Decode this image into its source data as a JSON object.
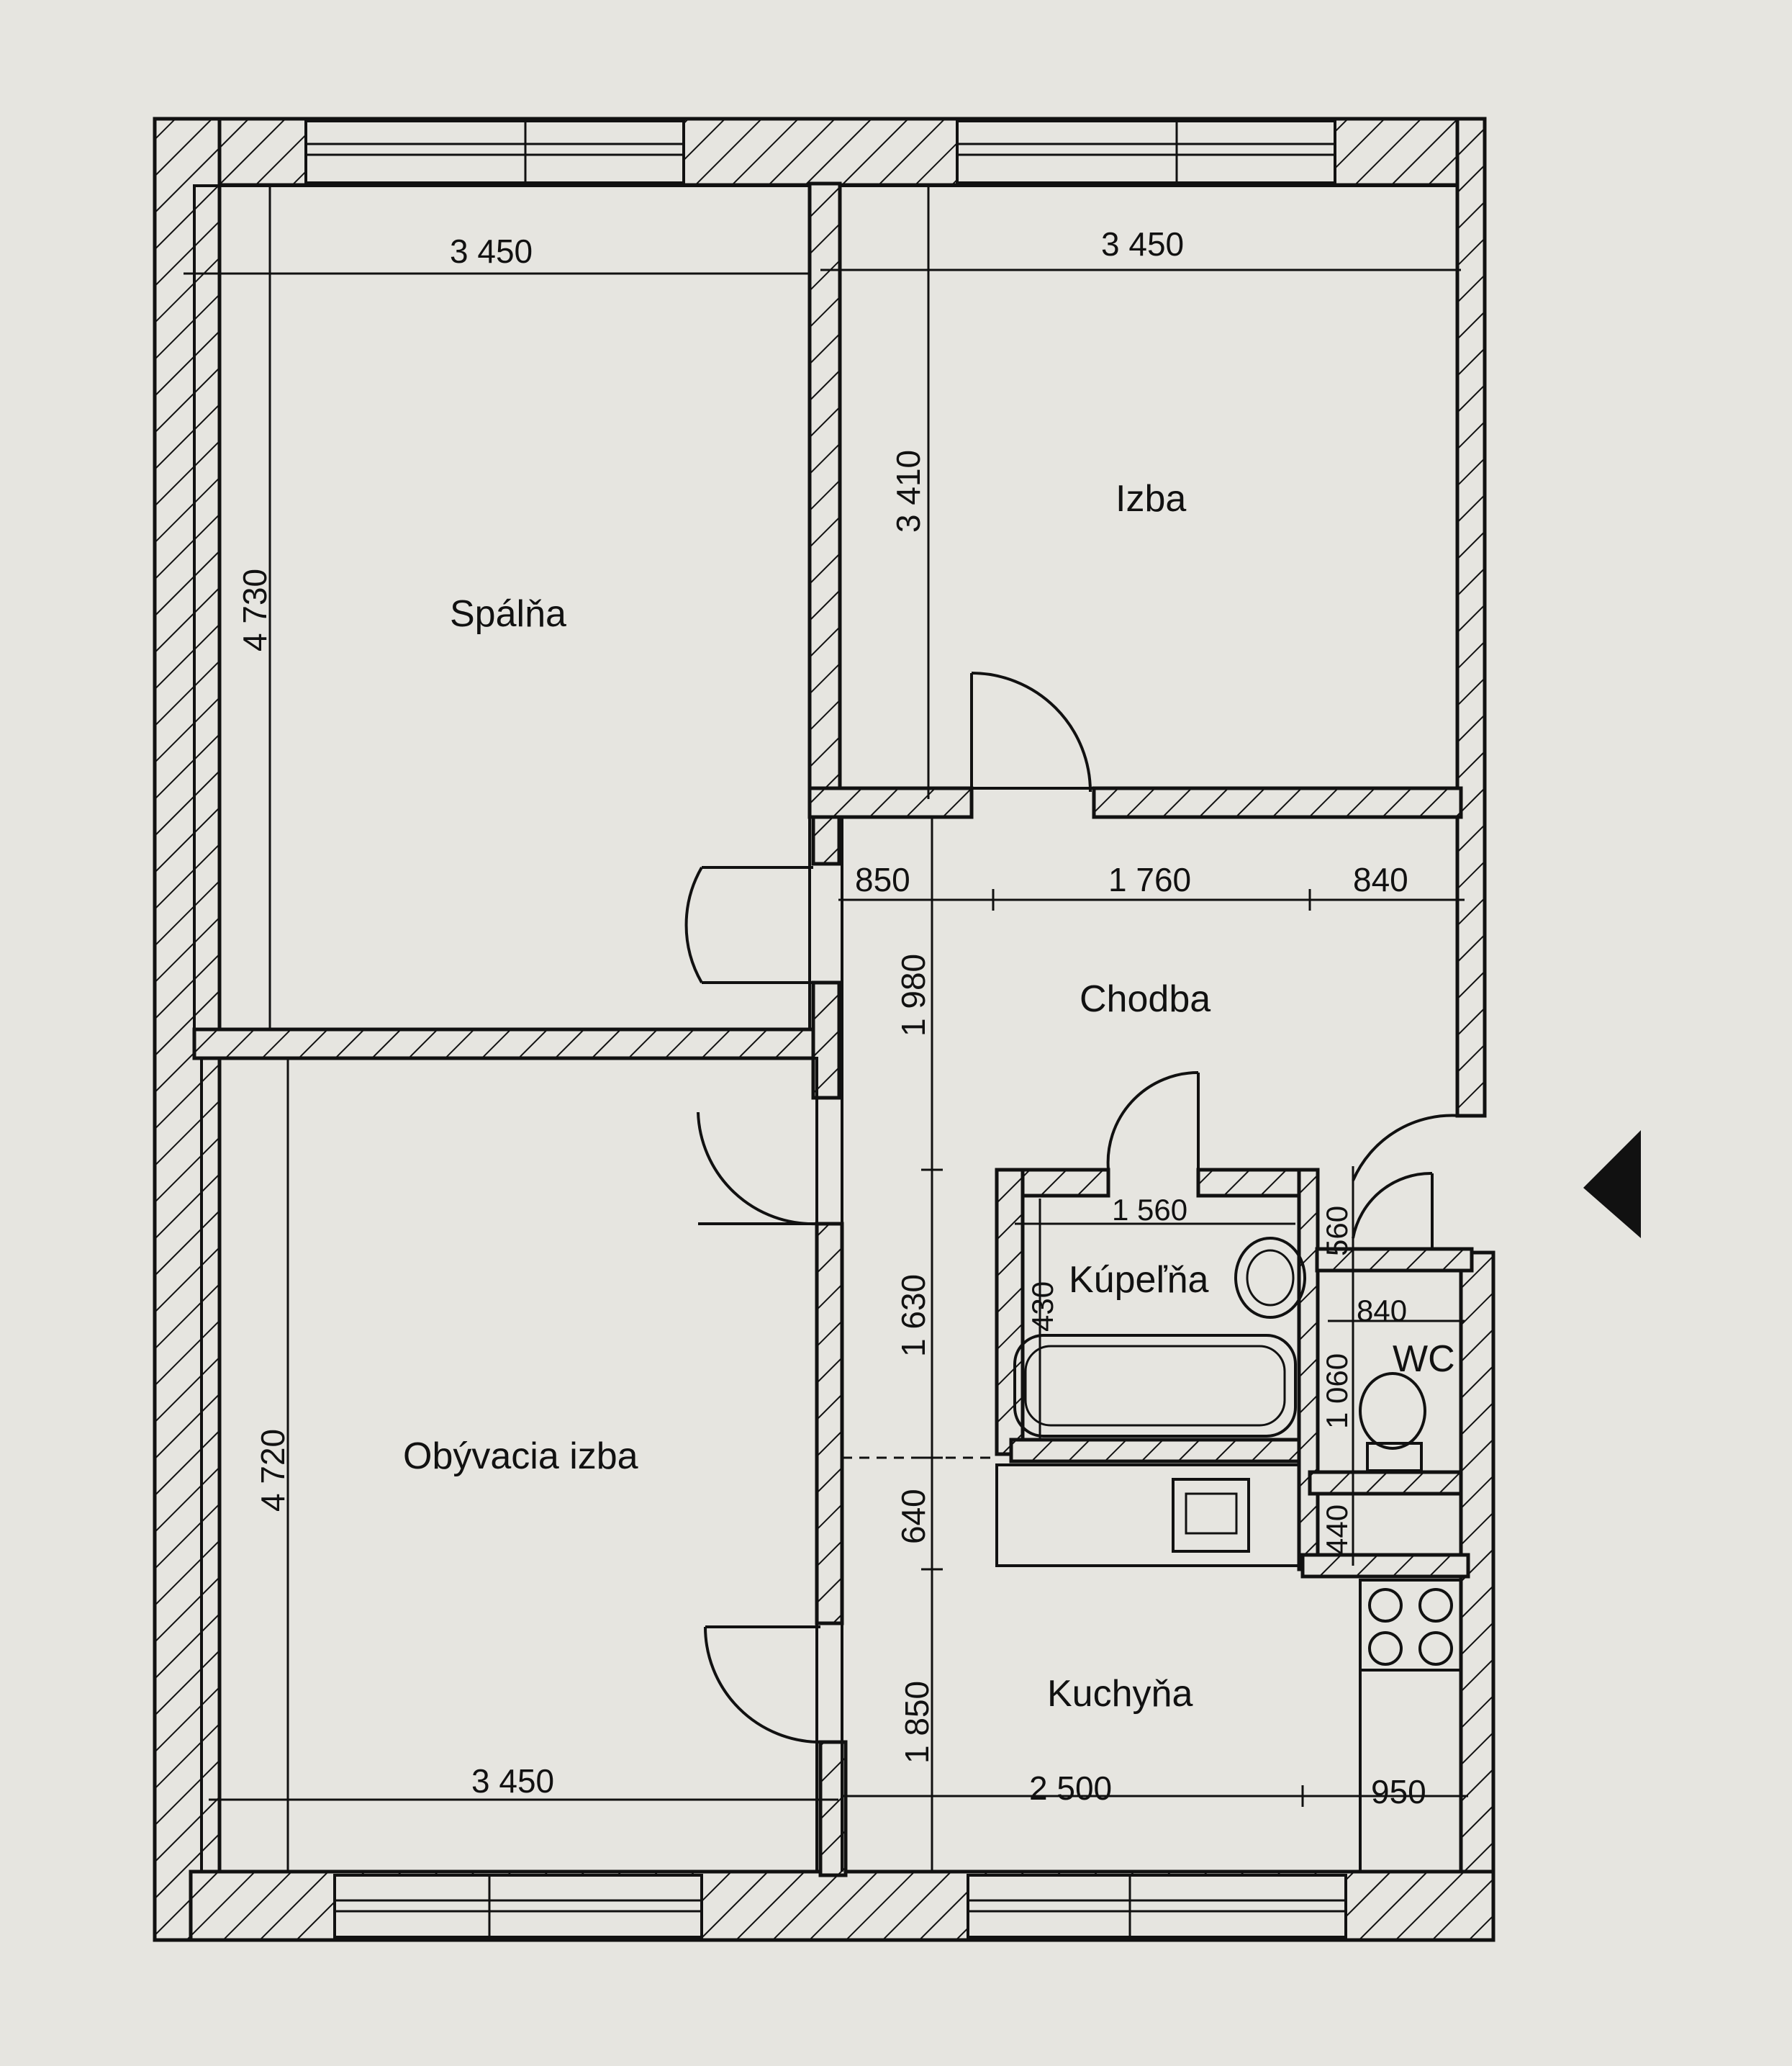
{
  "rooms": {
    "spalna": "Spálňa",
    "izba": "Izba",
    "chodba": "Chodba",
    "kupelna": "Kúpeľňa",
    "wc": "WC",
    "obyvacia": "Obývacia izba",
    "kuchyna": "Kuchyňa"
  },
  "dimensions": {
    "spalna_width": "3 450",
    "izba_width": "3 450",
    "izba_height": "3 410",
    "spalna_height": "4 730",
    "hall_a": "850",
    "hall_b": "1 760",
    "hall_c": "840",
    "hall_vertical_1": "1 980",
    "hall_vertical_2": "1 630",
    "hall_vertical_3": "640",
    "hall_vertical_4": "1 850",
    "bath_width": "1 560",
    "bath_height": "430",
    "wc_top": "560",
    "wc_width": "840",
    "wc_height": "1 060",
    "wc_lower": "440",
    "obyvacia_height": "4 720",
    "obyvacia_width": "3 450",
    "kitchen_width": "2 500",
    "kitchen_right": "950"
  },
  "colors": {
    "paper": "#e6e5e0",
    "ink": "#111111"
  }
}
